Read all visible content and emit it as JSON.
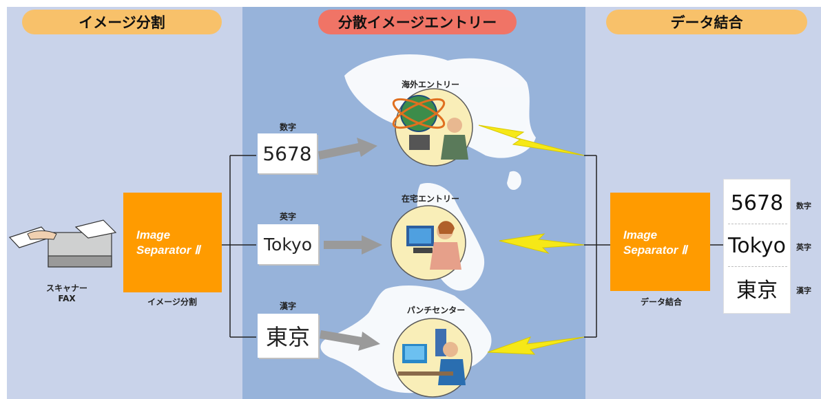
{
  "headers": {
    "left": "イメージ分割",
    "center": "分散イメージエントリー",
    "right": "データ結合"
  },
  "scanner": {
    "line1": "スキャナー",
    "line2": "FAX"
  },
  "separator_left": {
    "line1": "Image",
    "line2": "Separator Ⅱ",
    "caption": "イメージ分割"
  },
  "separator_right": {
    "line1": "Image",
    "line2": "Separator Ⅱ",
    "caption": "データ結合"
  },
  "fields": [
    {
      "label": "数字",
      "sample": "5678"
    },
    {
      "label": "英字",
      "sample": "Tokyo"
    },
    {
      "label": "漢字",
      "sample": "東京"
    }
  ],
  "entry_sites": [
    {
      "label": "海外エントリー",
      "icon": "globe-operator-icon"
    },
    {
      "label": "在宅エントリー",
      "icon": "home-operator-icon"
    },
    {
      "label": "パンチセンター",
      "icon": "punch-center-operator-icon"
    }
  ],
  "results": [
    {
      "value": "5678",
      "label": "数字"
    },
    {
      "value": "Tokyo",
      "label": "英字"
    },
    {
      "value": "東京",
      "label": "漢字"
    }
  ],
  "colors": {
    "side_panel": "#c9d3ea",
    "center_panel": "#97b3da",
    "header_pill": "#f8c16a",
    "center_pill": "#f07466",
    "separator_box": "#ff9b00",
    "lightning": "#f6e817"
  }
}
